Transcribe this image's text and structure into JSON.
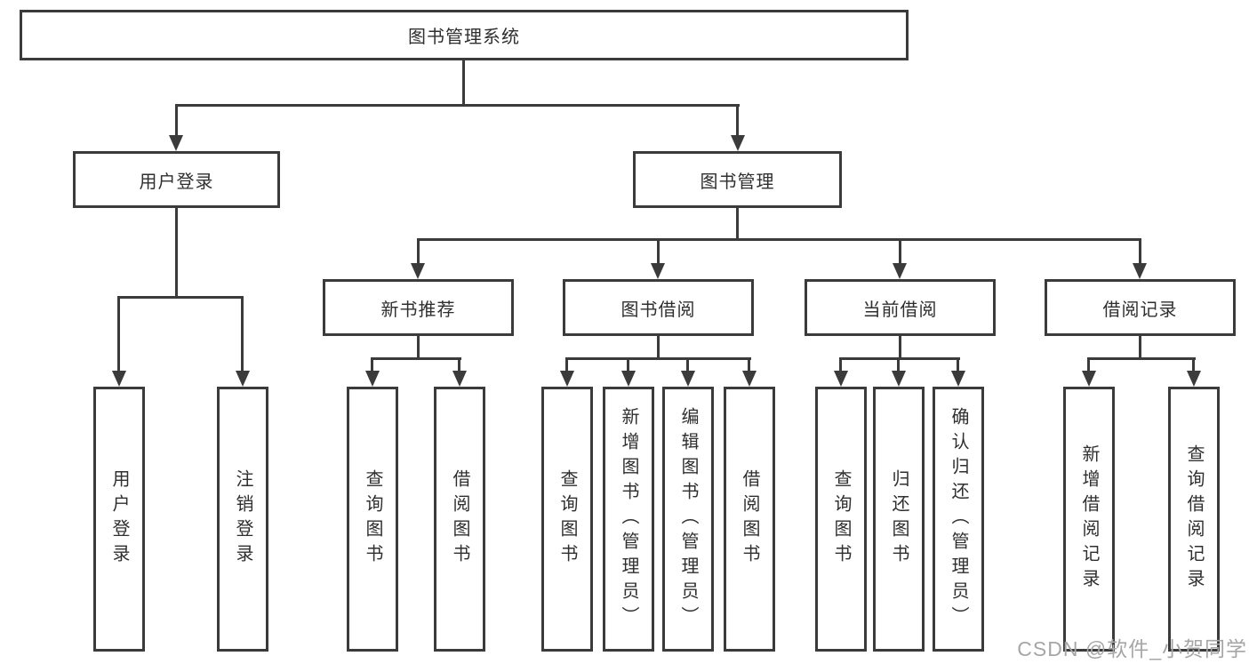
{
  "diagram": {
    "root": {
      "label": "图书管理系统",
      "children": [
        {
          "label": "用户登录",
          "children": [
            {
              "label": "用户登录"
            },
            {
              "label": "注销登录"
            }
          ]
        },
        {
          "label": "图书管理",
          "children": [
            {
              "label": "新书推荐",
              "children": [
                {
                  "label": "查询图书"
                },
                {
                  "label": "借阅图书"
                }
              ]
            },
            {
              "label": "图书借阅",
              "children": [
                {
                  "label": "查询图书"
                },
                {
                  "label": "新增图书（管理员）"
                },
                {
                  "label": "编辑图书（管理员）"
                },
                {
                  "label": "借阅图书"
                }
              ]
            },
            {
              "label": "当前借阅",
              "children": [
                {
                  "label": "查询图书"
                },
                {
                  "label": "归还图书"
                },
                {
                  "label": "确认归还（管理员）"
                }
              ]
            },
            {
              "label": "借阅记录",
              "children": [
                {
                  "label": "新增借阅记录"
                },
                {
                  "label": "查询借阅记录"
                }
              ]
            }
          ]
        }
      ]
    }
  },
  "watermark": {
    "text": "CSDN @软件_小贺同学"
  },
  "colors": {
    "line": "#3b3b3b",
    "text": "#2f2f2f",
    "background": "#ffffff",
    "watermark": "#a6a6a6"
  }
}
